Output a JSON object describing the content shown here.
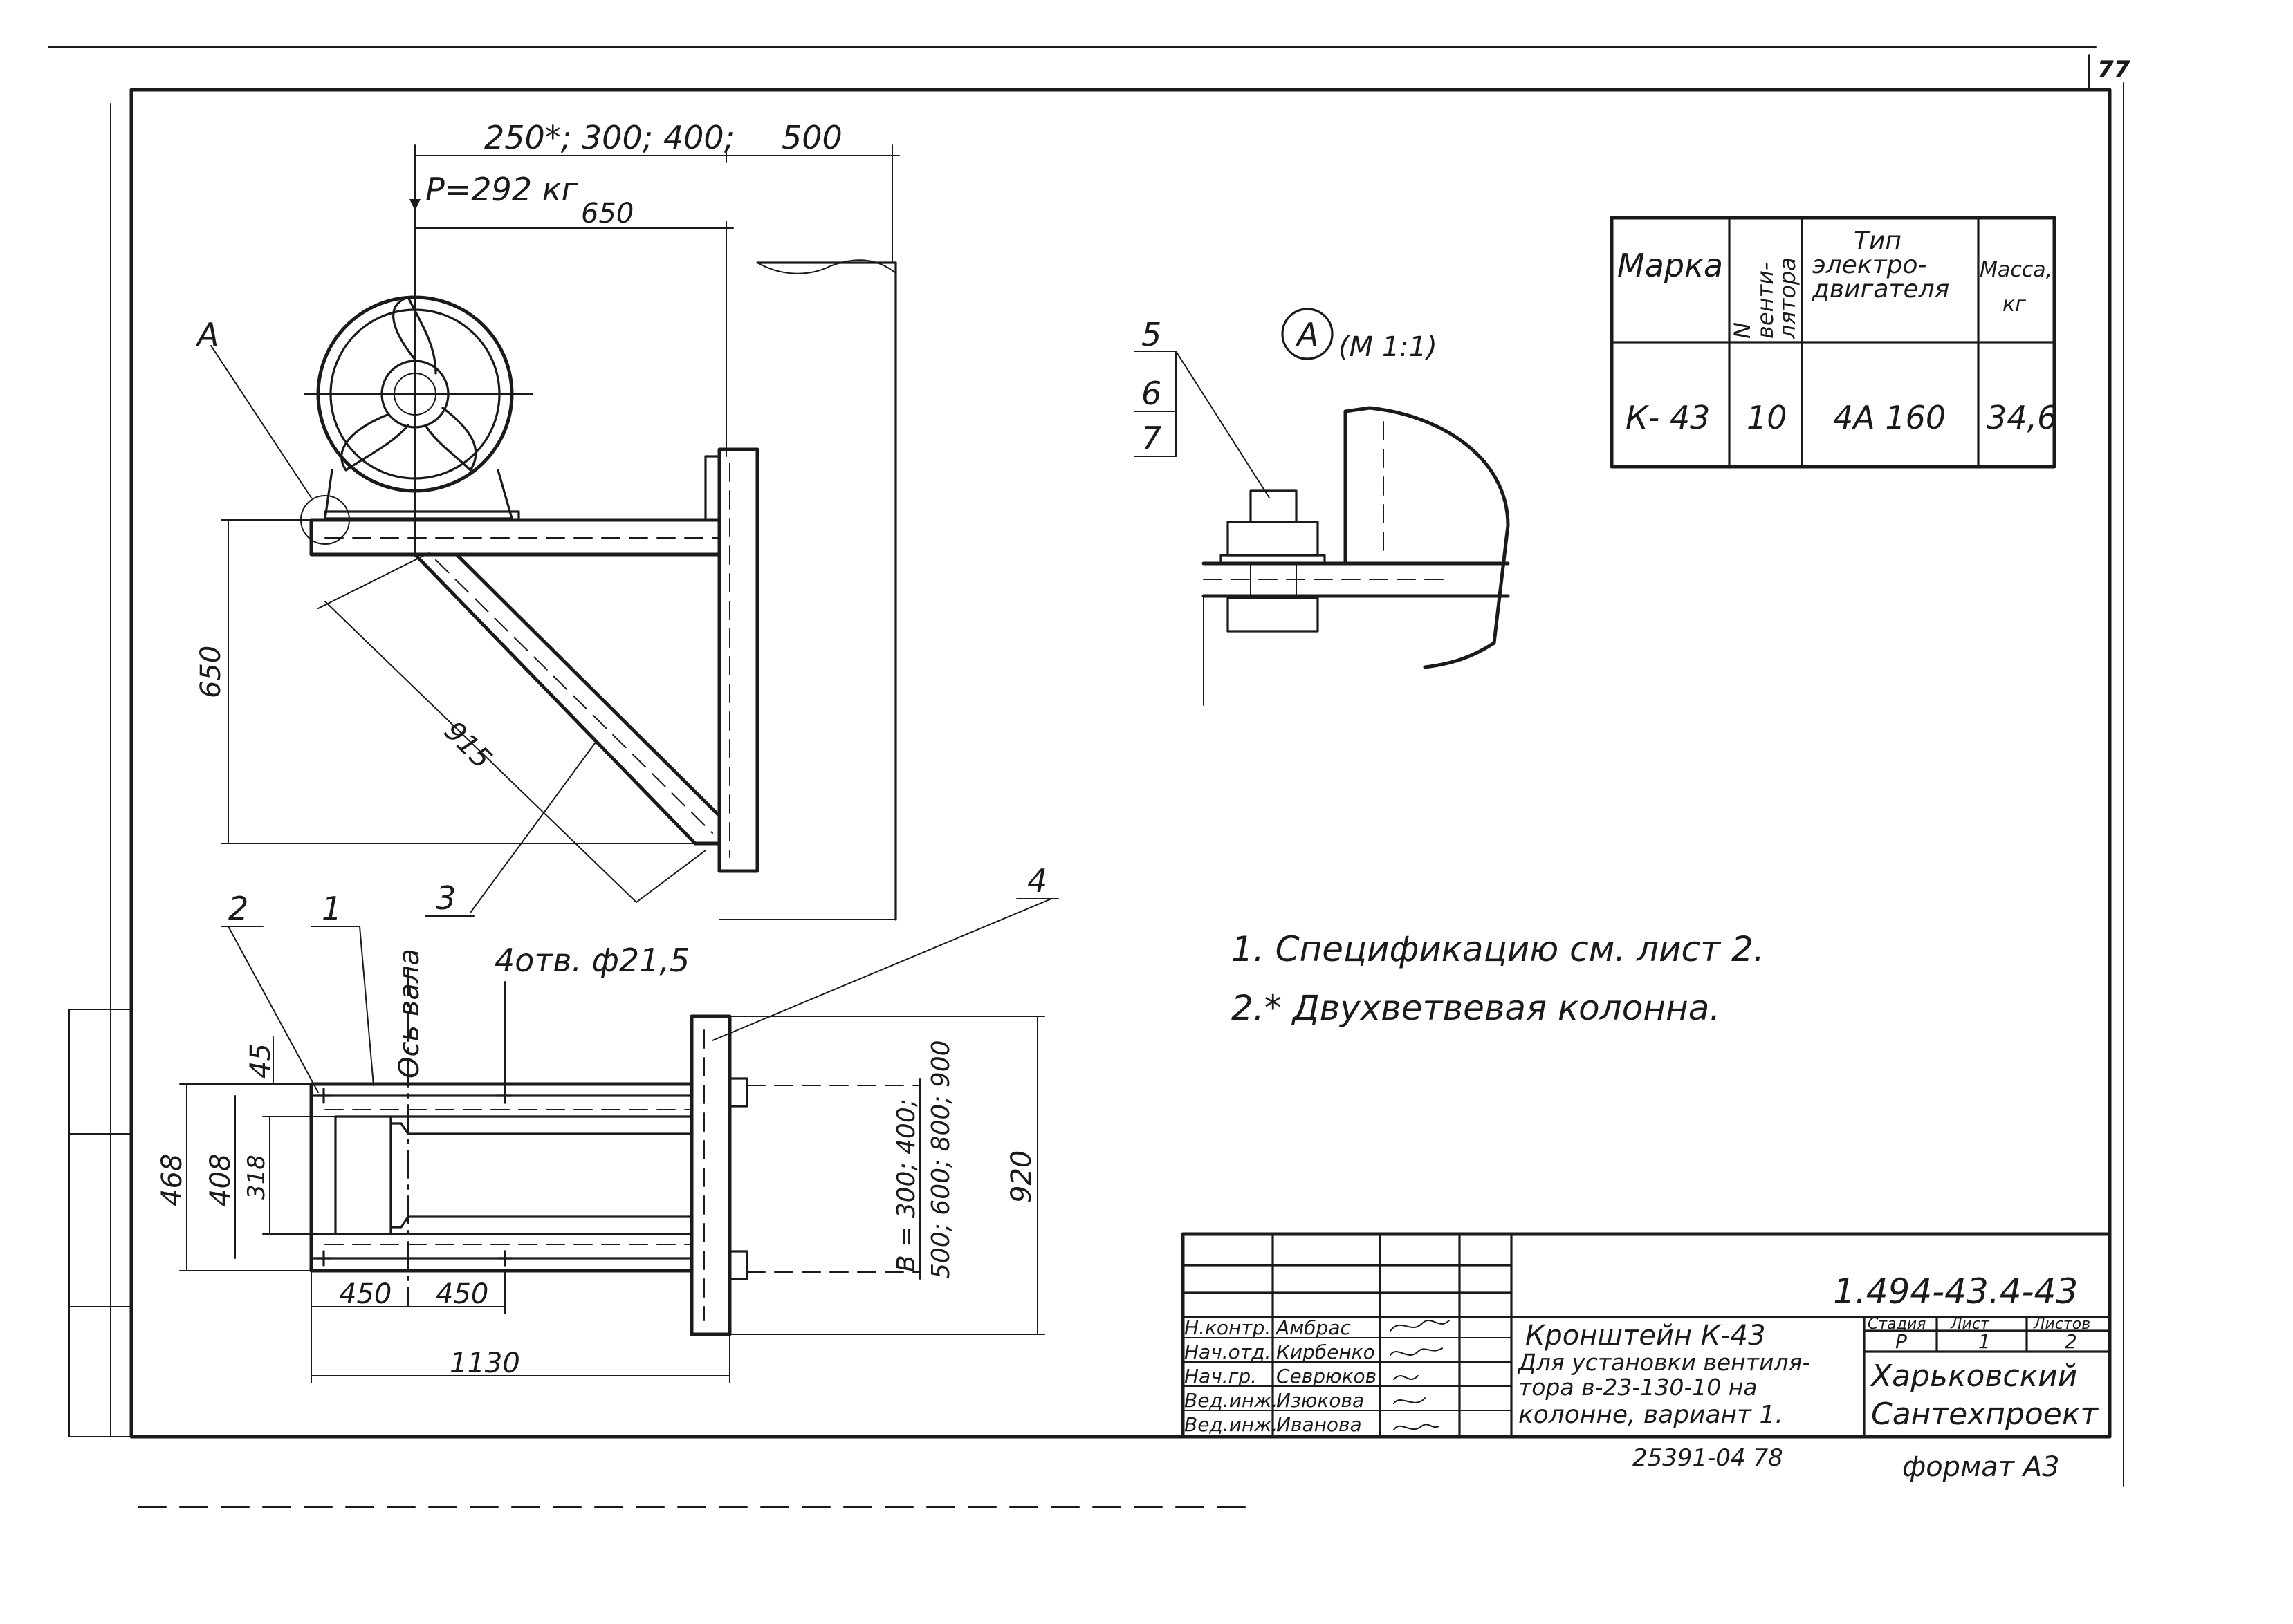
{
  "sheet": {
    "page_number": "77",
    "format_label": "формат А3",
    "archive_number": "25391-04   78"
  },
  "elevation": {
    "top_dims": "250*; 300; 400;",
    "top_dim_right": "500",
    "load_label": "P=292 кг",
    "dim_650_horizontal": "650",
    "dim_650_vertical": "650",
    "dim_915": "915",
    "callout_A": "А",
    "callout_3": "3"
  },
  "detail": {
    "label": "А",
    "scale": "(М 1:1)",
    "callout_5": "5",
    "callout_6": "6",
    "callout_7": "7"
  },
  "plan": {
    "callout_1": "1",
    "callout_2": "2",
    "callout_4": "4",
    "axis_label": "Ось вала",
    "holes_label": "4отв. ф21,5",
    "dim_45": "45",
    "dim_468": "468",
    "dim_408": "408",
    "dim_318": "318",
    "dim_450_left": "450",
    "dim_450_right": "450",
    "dim_1130": "1130",
    "dim_b_line1": "В = 300; 400;",
    "dim_b_line2": "500; 600; 800; 900",
    "dim_920": "920"
  },
  "spec_table": {
    "headers": [
      "Марка",
      "N венти- лятора",
      "Тип электро- двигателя",
      "Масса, кг"
    ],
    "header_lines": {
      "col2": [
        "N",
        "венти-",
        "лятора"
      ],
      "col3": [
        "Тип",
        "электро-",
        "двигателя"
      ],
      "col4": [
        "Масса,",
        "кг"
      ]
    },
    "row": {
      "mark": "К- 43",
      "fan_no": "10",
      "motor": "4А 160",
      "mass": "34,6"
    }
  },
  "notes": [
    "1. Спецификацию см. лист 2.",
    "2.* Двухветвевая колонна."
  ],
  "title_block": {
    "doc_code": "1.494-43.4-43",
    "roles": [
      "Н.контр.",
      "Нач.отд.",
      "Нач.гр.",
      "Вед.инж.",
      "Вед.инж."
    ],
    "names": [
      "Амбрас",
      "Кирбенко",
      "Севрюков",
      "Изюкова",
      "Иванова"
    ],
    "title_lines": [
      "Кронштейн К-43",
      "Для установки вентиля-",
      "тора в-23-130-10 на",
      "колонне, вариант 1."
    ],
    "stage_header": "Стадия",
    "sheet_header": "Лист",
    "sheets_header": "Листов",
    "stage": "Р",
    "sheet": "1",
    "sheets": "2",
    "org_line1": "Харьковский",
    "org_line2": "Сантехпроект"
  }
}
